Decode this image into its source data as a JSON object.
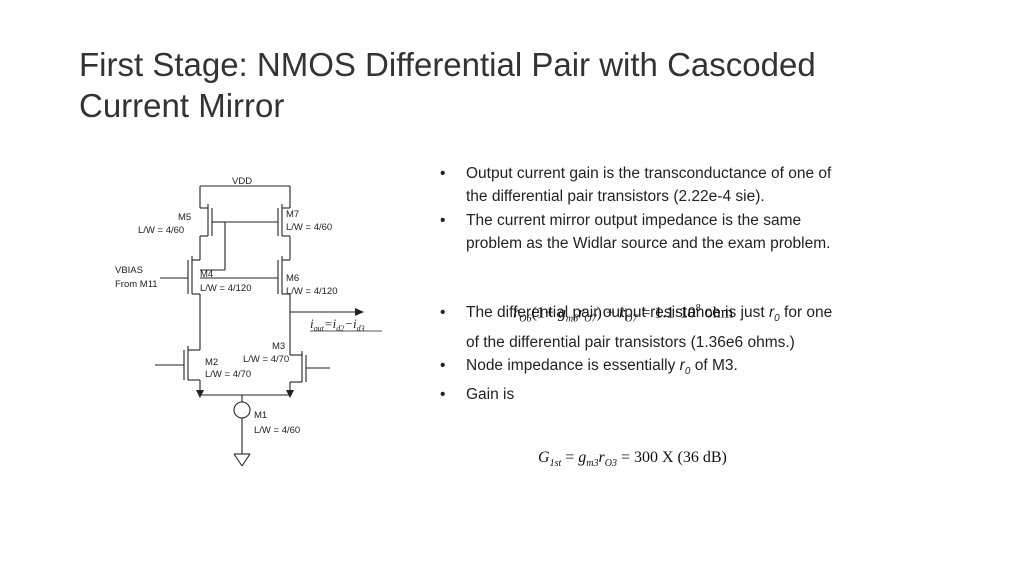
{
  "slide": {
    "title_line1": "First Stage: NMOS Differential Pair with Cascoded",
    "title_line2": "Current Mirror"
  },
  "circuit": {
    "vdd": "VDD",
    "m5": "M5",
    "m5_lw": "L/W = 4/60",
    "m7": "M7",
    "m7_lw": "L/W = 4/60",
    "vbias": "VBIAS",
    "from": "From M11",
    "m4": "M4",
    "m4_lw": "L/W = 4/120",
    "m6": "M6",
    "m6_lw": "L/W = 4/120",
    "iout_eq": {
      "i": "i",
      "out": "out",
      "eq": "=",
      "i2": "i",
      "d2": "d2",
      "minus": "−",
      "i3": "i",
      "d3": "d3"
    },
    "m3": "M3",
    "m3_lw": "L/W = 4/70",
    "m2": "M2",
    "m2_lw": "L/W = 4/70",
    "m1": "M1",
    "m1_lw": "L/W = 4/60"
  },
  "bullets": {
    "b1": "Output current gain is the transconductance of one of the differential pair transistors (2.22e-4 sie).",
    "b2": "The current mirror output impedance is the same problem as the Widlar source and the exam problem.",
    "b3_pre": "The differential pair output resistance is just ",
    "b3_r": "r",
    "b3_sub": "0",
    "b3_post": " for one of the differential pair transistors (1.36e6 ohms.)",
    "b4_pre": "Node impedance is essentially ",
    "b4_r": "r",
    "b4_sub": "0",
    "b4_post": " of M3.",
    "b5": "Gain is",
    "dot": "•"
  },
  "eq1": {
    "r": "r",
    "o6": "O6",
    "open": "(1+ ",
    "g": "g",
    "m6": "m6",
    "r2": "r",
    "o7": "O7",
    "close": ") + ",
    "r3": "r",
    "o7b": "O7",
    "rhs": " = 1.1·10",
    "exp": "8",
    "unit": " ohm"
  },
  "eq2": {
    "g": "G",
    "sub1": "1st",
    "eq": " = ",
    "gm": "g",
    "m3": "m3",
    "r": "r",
    "o3": "O3",
    "rhs": " = 300 X (36 dB)"
  }
}
